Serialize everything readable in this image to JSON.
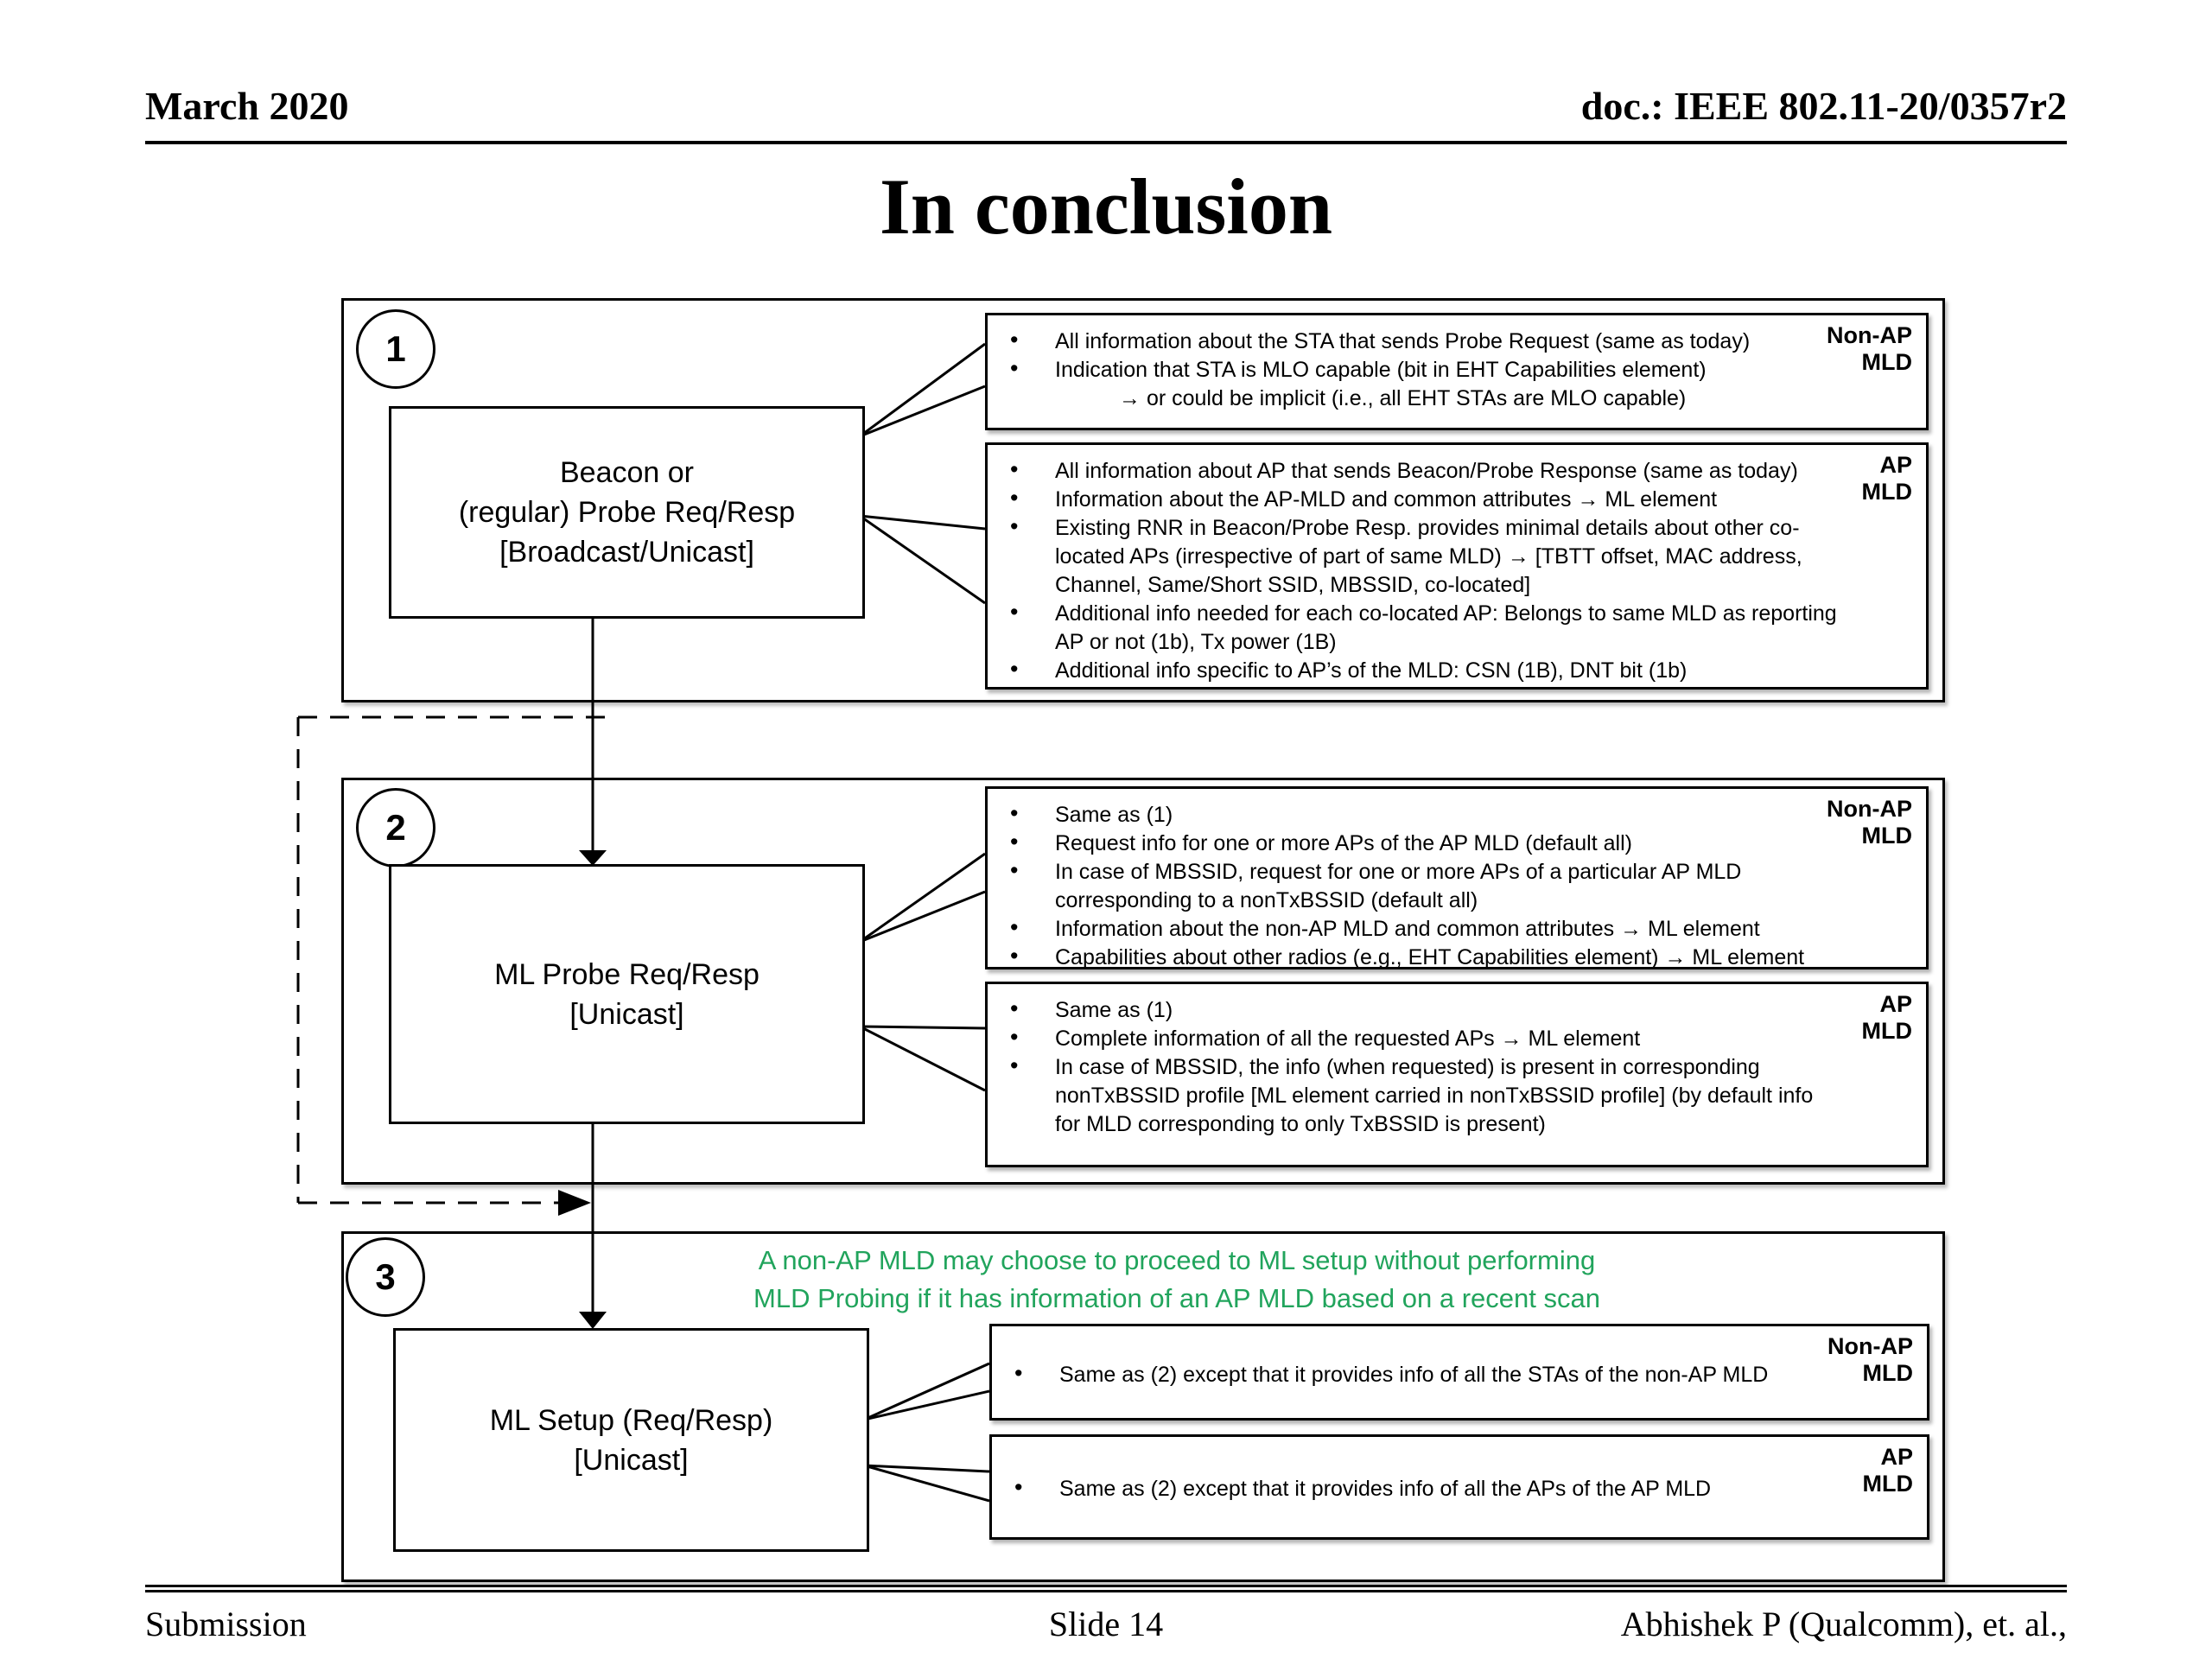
{
  "header": {
    "date": "March 2020",
    "doc": "doc.: IEEE 802.11-20/0357r2"
  },
  "title": "In conclusion",
  "note": {
    "line1": "A non-AP MLD may choose to proceed to ML setup without performing",
    "line2": "MLD Probing if it has information of an AP MLD based on a recent scan",
    "color": "#21A45C"
  },
  "footer": {
    "left": "Submission",
    "center": "Slide 14",
    "right": "Abhishek P (Qualcomm), et. al.,"
  },
  "colors": {
    "ink": "#000000",
    "background": "#ffffff",
    "note_green": "#21A45C"
  },
  "sections": [
    {
      "number": "1",
      "box_lines": [
        "Beacon or",
        "(regular) Probe Req/Resp",
        "[Broadcast/Unicast]"
      ],
      "callouts": [
        {
          "tag1": "Non-AP",
          "tag2": "MLD",
          "bullets": [
            {
              "text": "All information about the STA that sends Probe Request (same as today)"
            },
            {
              "text": "Indication that STA is MLO capable (bit in EHT Capabilities element)",
              "sub": "→ or could be implicit (i.e., all EHT STAs are MLO capable)"
            }
          ]
        },
        {
          "tag1": "AP",
          "tag2": "MLD",
          "bullets": [
            {
              "text": "All information about AP that sends Beacon/Probe Response (same as today)"
            },
            {
              "text": "Information about the AP-MLD and common attributes → ML element"
            },
            {
              "text": "Existing RNR in Beacon/Probe Resp. provides minimal details about other co-located APs (irrespective of part of same MLD) → [TBTT offset, MAC address, Channel, Same/Short SSID, MBSSID, co-located]"
            },
            {
              "text": "Additional info needed for each co-located AP: Belongs to same MLD as reporting AP or not (1b), Tx power (1B)"
            },
            {
              "text": "Additional info specific to AP’s of the MLD: CSN (1B), DNT bit (1b)"
            }
          ]
        }
      ]
    },
    {
      "number": "2",
      "box_lines": [
        "ML Probe Req/Resp",
        "[Unicast]"
      ],
      "callouts": [
        {
          "tag1": "Non-AP",
          "tag2": "MLD",
          "bullets": [
            {
              "text": "Same as (1)"
            },
            {
              "text": "Request info for one or more APs of the AP MLD (default all)"
            },
            {
              "text": "In case of MBSSID, request for one or more APs of a particular AP MLD corresponding to a nonTxBSSID (default all)"
            },
            {
              "text": "Information about the non-AP MLD and common attributes → ML element"
            },
            {
              "text": "Capabilities about other radios (e.g., EHT Capabilities element) → ML element"
            }
          ]
        },
        {
          "tag1": "AP",
          "tag2": "MLD",
          "bullets": [
            {
              "text": "Same as (1)"
            },
            {
              "text": "Complete information of all the requested APs → ML element"
            },
            {
              "text": "In case of MBSSID, the info (when requested) is present in corresponding nonTxBSSID profile [ML element carried in nonTxBSSID profile] (by default info for MLD corresponding to only TxBSSID is present)"
            }
          ]
        }
      ]
    },
    {
      "number": "3",
      "box_lines": [
        "ML Setup (Req/Resp)",
        "[Unicast]"
      ],
      "callouts": [
        {
          "tag1": "Non-AP",
          "tag2": "MLD",
          "bullets": [
            {
              "text": "Same as (2) except that it provides info of all the STAs of the non-AP MLD"
            }
          ]
        },
        {
          "tag1": "AP",
          "tag2": "MLD",
          "bullets": [
            {
              "text": "Same as (2) except that it provides info of all the APs of the AP MLD"
            }
          ]
        }
      ]
    }
  ]
}
